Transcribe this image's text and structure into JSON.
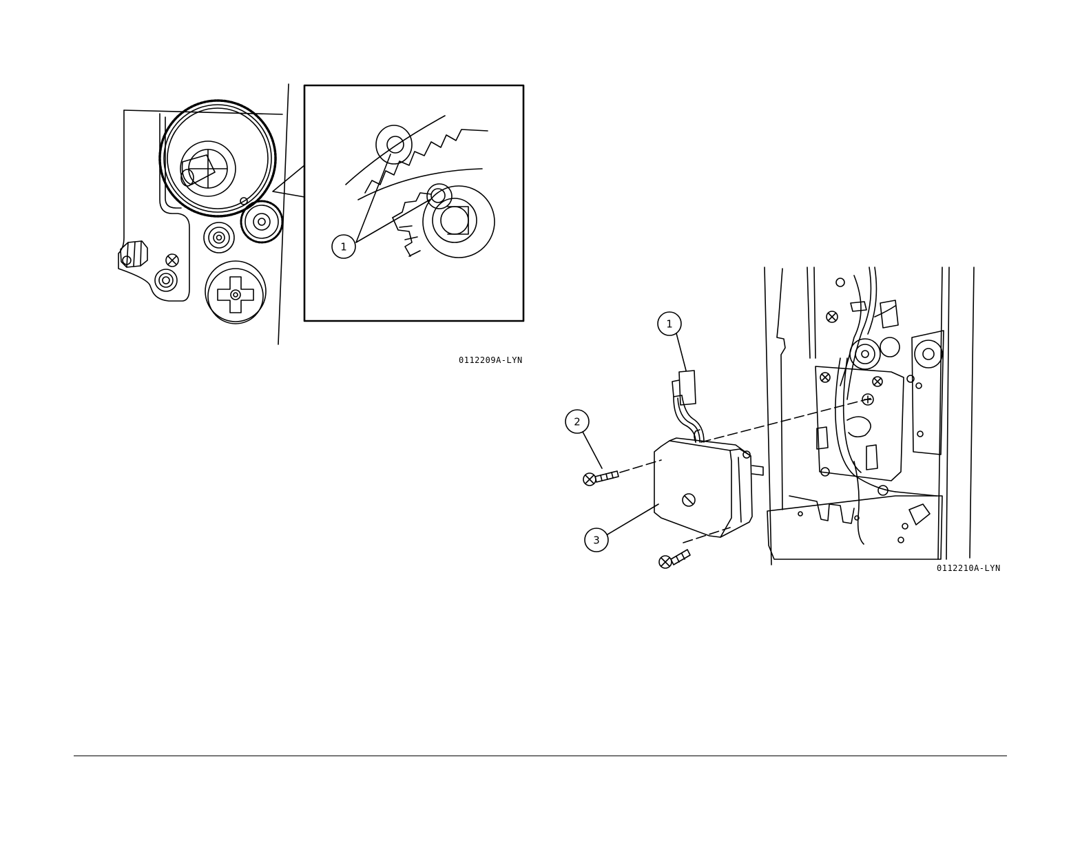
{
  "figures": [
    {
      "id_label": "0112209A-LYN",
      "callouts": [
        "1"
      ]
    },
    {
      "id_label": "0112210A-LYN",
      "callouts": [
        "1",
        "2",
        "3"
      ]
    }
  ]
}
